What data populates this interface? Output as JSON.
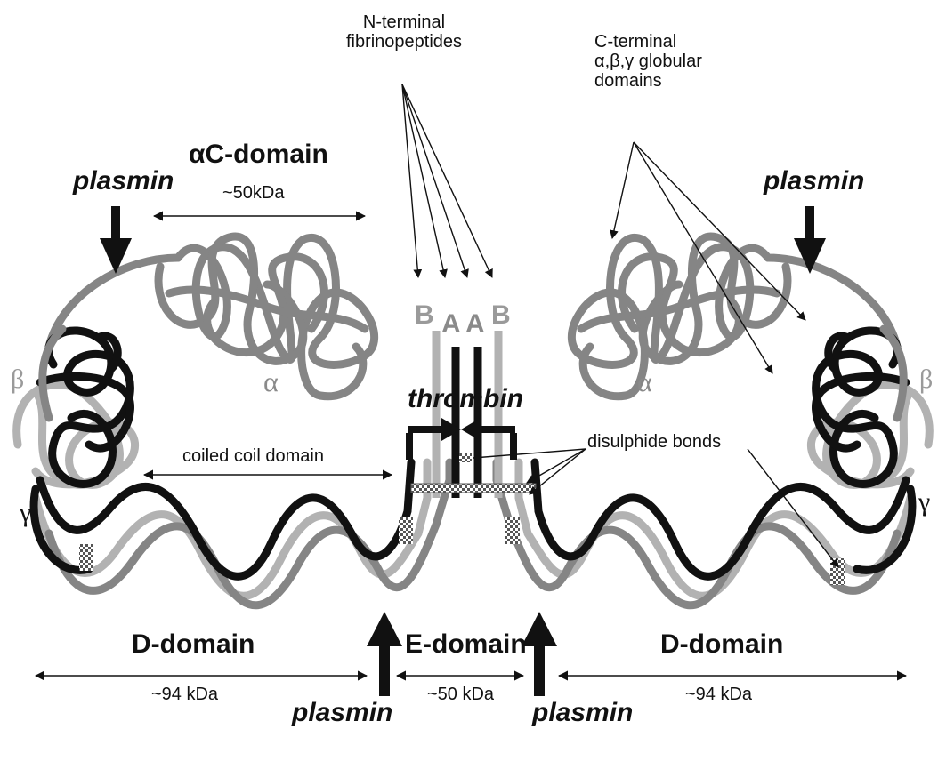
{
  "labels": {
    "n_terminal": [
      "N-terminal",
      "fibrinopeptides"
    ],
    "c_terminal": [
      "C-terminal",
      "α,β,γ globular",
      "domains"
    ],
    "ac_domain": "αC-domain",
    "ac_mass": "~50kDa",
    "plasmin": "plasmin",
    "thrombin": "thrombin",
    "coiled_coil": "coiled coil domain",
    "disulphide": "disulphide bonds",
    "d_domain": "D-domain",
    "e_domain": "E-domain",
    "mass_94": "~94 kDa",
    "mass_50": "~50 kDa",
    "chain_alpha": "α",
    "chain_beta": "β",
    "chain_gamma": "γ",
    "peptide_b": "B",
    "peptide_a": "A"
  },
  "colors": {
    "black_chain": "#111111",
    "dark_grey_chain": "#858585",
    "light_grey_chain": "#b2b2b2",
    "text": "#111111"
  }
}
